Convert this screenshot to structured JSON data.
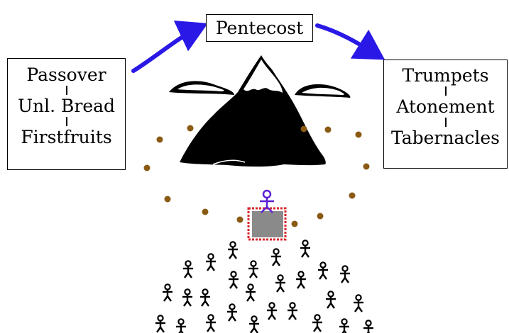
{
  "feasts": {
    "spring": [
      "Passover",
      "Unl. Bread",
      "Firstfruits"
    ],
    "summer": "Pentecost",
    "fall": [
      "Trumpets",
      "Atonement",
      "Tabernacles"
    ]
  },
  "colors": {
    "arrow": "#2a18e6",
    "mountain": "#000000",
    "snow": "#ffffff",
    "dots": "#8a5a14",
    "altar": "#8a8a8a",
    "altar_flames": "#d8262c",
    "figure_on_altar": "#5a1fd6",
    "people": "#000000"
  },
  "icons": [
    "mountain-icon",
    "cloud-icon",
    "altar-icon",
    "stick-figure-icon",
    "arrow-icon"
  ]
}
